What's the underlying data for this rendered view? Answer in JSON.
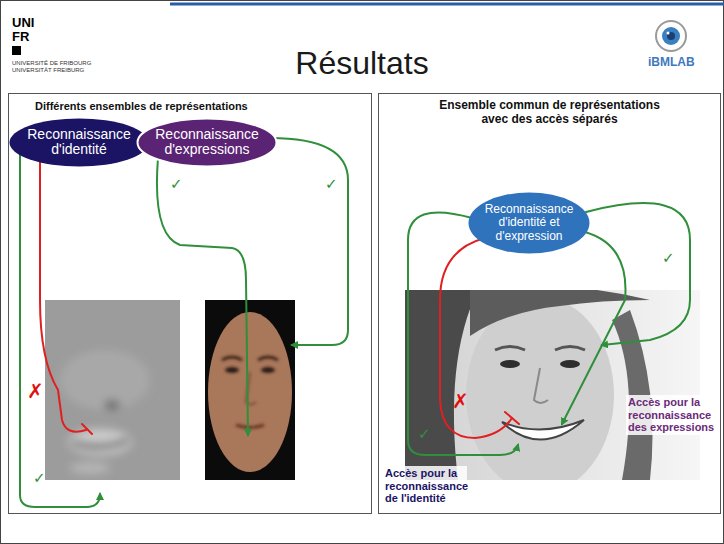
{
  "diagram": {
    "title": "Résultats",
    "nodes": [
      {
        "text": [
          "Différents ensembles de représentations"
        ]
      },
      {
        "text": [
          "Reconnaissance d'identité"
        ],
        "in": 0
      },
      {
        "text": [
          "Reconnaissance d'expressions"
        ],
        "in": 0
      },
      {
        "text": [
          "Ensemble commun de représentations avec des accès séparés"
        ]
      },
      {
        "text": [
          "Reconnaissance d'identité et d'expression"
        ],
        "in": 3
      }
    ],
    "labels": [
      "UNI",
      "FR",
      "UNIVERSITÉ DE FRIBOURG",
      "UNIVERSITÄT FREIBURG",
      "iBMLAB",
      "✓",
      "✓",
      "✗",
      "✓",
      "✗",
      "✓",
      "✓",
      "Accès pour la reconnaissance des expressions",
      "Accès pour la reconnaissance de l'identité"
    ]
  }
}
